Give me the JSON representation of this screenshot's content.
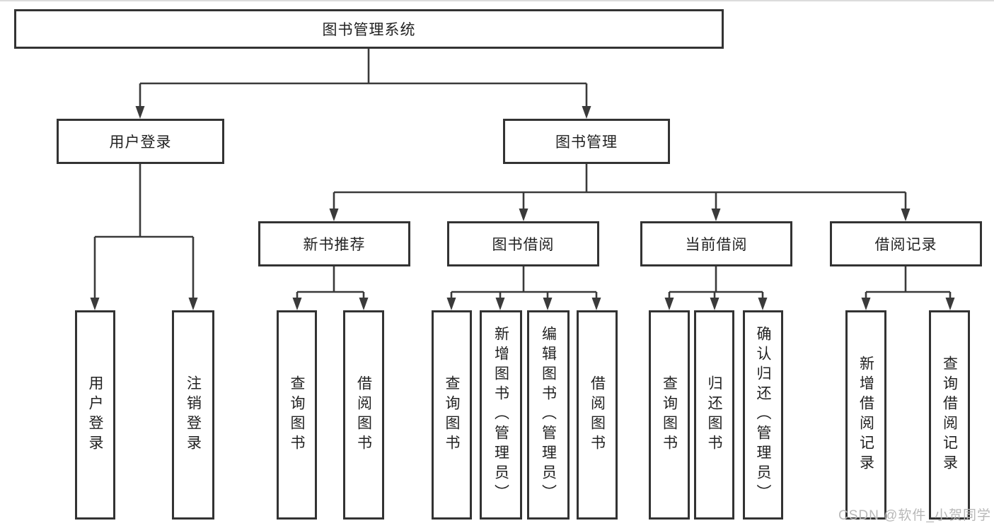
{
  "tree": {
    "label": "图书管理系统",
    "children": [
      {
        "label": "用户登录",
        "children": [
          {
            "label": "用户登录"
          },
          {
            "label": "注销登录"
          }
        ]
      },
      {
        "label": "图书管理",
        "children": [
          {
            "label": "新书推荐",
            "children": [
              {
                "label": "查询图书"
              },
              {
                "label": "借阅图书"
              }
            ]
          },
          {
            "label": "图书借阅",
            "children": [
              {
                "label": "查询图书"
              },
              {
                "label": "新增图书（管理员）"
              },
              {
                "label": "编辑图书（管理员）"
              },
              {
                "label": "借阅图书"
              }
            ]
          },
          {
            "label": "当前借阅",
            "children": [
              {
                "label": "查询图书"
              },
              {
                "label": "归还图书"
              },
              {
                "label": "确认归还（管理员）"
              }
            ]
          },
          {
            "label": "借阅记录",
            "children": [
              {
                "label": "新增借阅记录"
              },
              {
                "label": "查询借阅记录"
              }
            ]
          }
        ]
      }
    ]
  },
  "watermark": {
    "text": "CSDN @软件_小贺同学"
  },
  "colors": {
    "line": "#3a3a3a",
    "box_border": "#333333",
    "text": "#222222",
    "watermark": "#b8b8b8",
    "background": "#ffffff"
  }
}
